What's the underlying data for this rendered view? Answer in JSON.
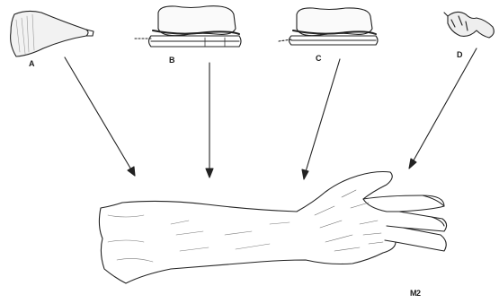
{
  "labels": {
    "a": "A",
    "b": "B",
    "c": "C",
    "d": "D"
  },
  "signature": "M2"
}
